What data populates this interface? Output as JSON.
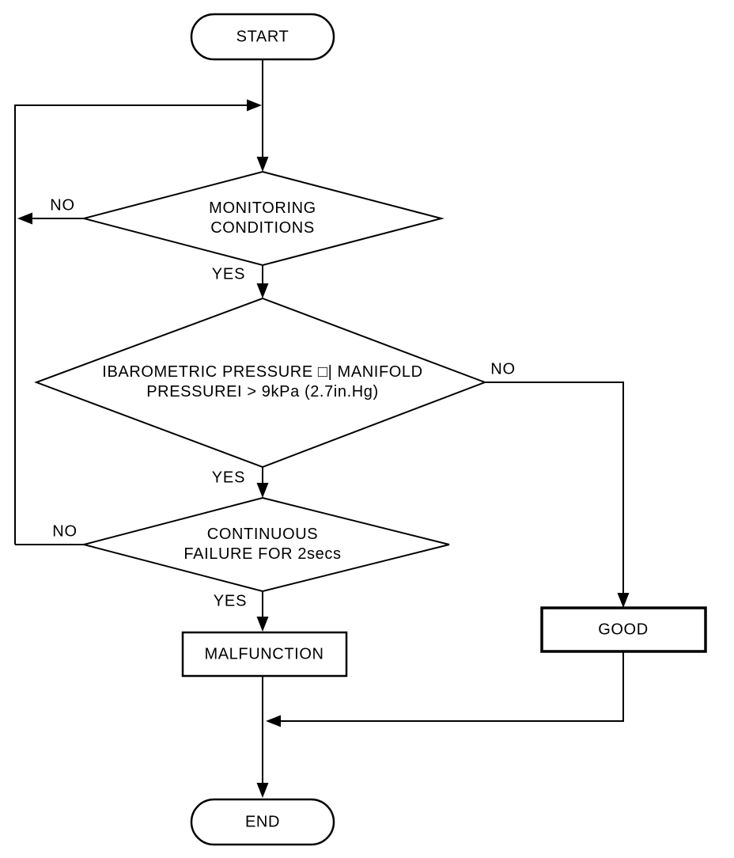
{
  "flowchart": {
    "background_color": "#ffffff",
    "line_color": "#000000",
    "nodes": {
      "start": {
        "type": "terminator",
        "label": "START"
      },
      "monitoring": {
        "type": "decision",
        "lines": [
          "MONITORING",
          "CONDITIONS"
        ]
      },
      "pressure": {
        "type": "decision",
        "lines": [
          "IBAROMETRIC PRESSURE □| MANIFOLD",
          "PRESSUREI > 9kPa (2.7in.Hg)"
        ]
      },
      "continuous": {
        "type": "decision",
        "lines": [
          "CONTINUOUS",
          "FAILURE FOR 2secs"
        ]
      },
      "malfunction": {
        "type": "process",
        "label": "MALFUNCTION"
      },
      "good": {
        "type": "process",
        "label": "GOOD"
      },
      "end": {
        "type": "terminator",
        "label": "END"
      }
    },
    "edge_labels": {
      "monitoring_no": "NO",
      "monitoring_yes": "YES",
      "pressure_no": "NO",
      "pressure_yes": "YES",
      "continuous_no": "NO",
      "continuous_yes": "YES"
    }
  }
}
